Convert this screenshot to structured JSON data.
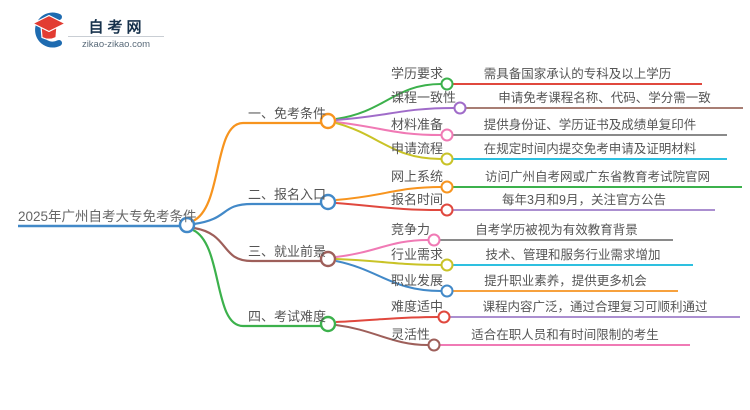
{
  "site": {
    "name": "自考网",
    "domain": "zikao-zikao.com",
    "logo_blue": "#1e6bb0",
    "logo_red": "#e23c32"
  },
  "root": {
    "title": "2025年广州自考大专免考条件",
    "color": "#4289c8"
  },
  "branches": [
    {
      "label": "一、免考条件",
      "color": "#f7941e",
      "children": [
        {
          "label": "学历要求",
          "color": "#3cb14c",
          "content": "需具备国家承认的专科及以上学历",
          "content_color": "#e0483e"
        },
        {
          "label": "课程一致性",
          "color": "#a06cc9",
          "content": "申请免考课程名称、代码、学分需一致",
          "content_color": "#a87e74"
        },
        {
          "label": "材料准备",
          "color": "#f07ab5",
          "content": "提供身份证、学历证书及成绩单复印件",
          "content_color": "#8a8a8a"
        },
        {
          "label": "申请流程",
          "color": "#c9c327",
          "content": "在规定时间内提交免考申请及证明材料",
          "content_color": "#2ec0e0"
        }
      ]
    },
    {
      "label": "二、报名入口",
      "color": "#4289c8",
      "children": [
        {
          "label": "网上系统",
          "color": "#f7941e",
          "content": "访问广州自考网或广东省教育考试院官网",
          "content_color": "#3cb14c"
        },
        {
          "label": "报名时间",
          "color": "#e0483e",
          "content": "每年3月和9月，关注官方公告",
          "content_color": "#ab8fd0"
        }
      ]
    },
    {
      "label": "三、就业前景",
      "color": "#9e5f5a",
      "children": [
        {
          "label": "竞争力",
          "color": "#f07ab5",
          "content": "自考学历被视为有效教育背景",
          "content_color": "#8a8a8a"
        },
        {
          "label": "行业需求",
          "color": "#c9c327",
          "content": "技术、管理和服务行业需求增加",
          "content_color": "#2ec0e0"
        },
        {
          "label": "职业发展",
          "color": "#4289c8",
          "content": "提升职业素养，提供更多机会",
          "content_color": "#f7a13e"
        }
      ]
    },
    {
      "label": "四、考试难度",
      "color": "#3cb14c",
      "children": [
        {
          "label": "难度适中",
          "color": "#e0483e",
          "content": "课程内容广泛，通过合理复习可顺利通过",
          "content_color": "#ab8fd0"
        },
        {
          "label": "灵活性",
          "color": "#9e5f5a",
          "content": "适合在职人员和有时间限制的考生",
          "content_color": "#f07ab5"
        }
      ]
    }
  ]
}
